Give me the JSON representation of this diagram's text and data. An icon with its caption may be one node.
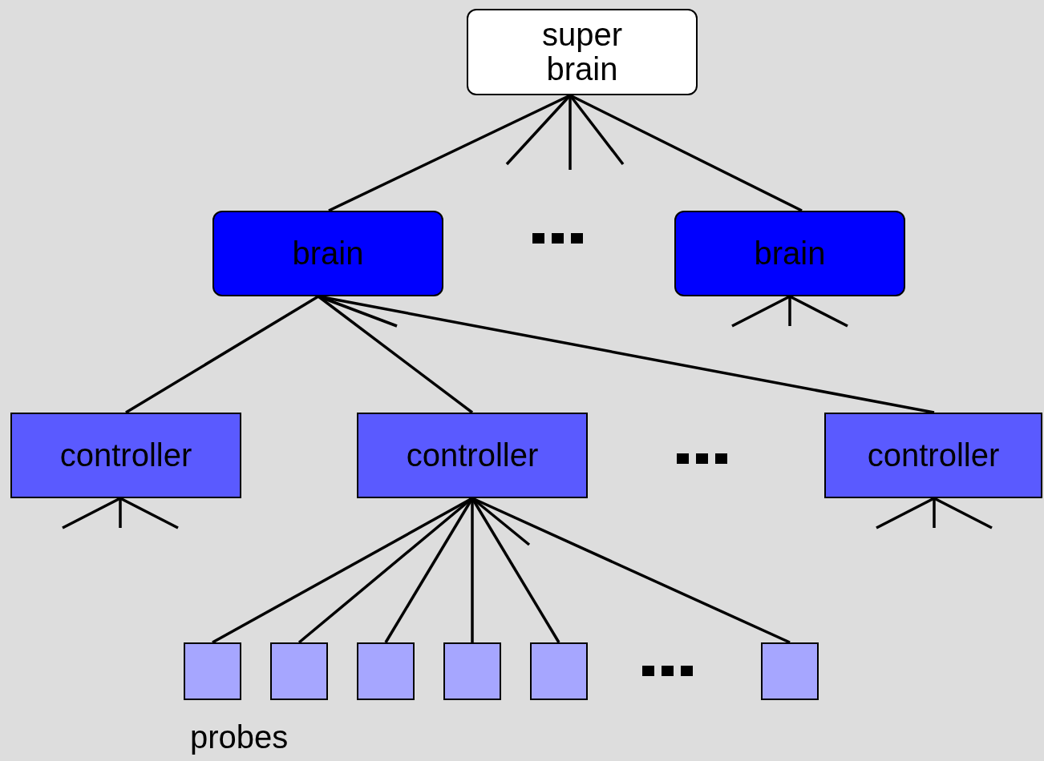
{
  "diagram": {
    "nodes": [
      {
        "text": [
          "super brain"
        ]
      },
      {
        "text": [
          "brain"
        ]
      },
      {
        "text": [
          "brain"
        ]
      },
      {
        "text": [
          "controller"
        ]
      },
      {
        "text": [
          "controller"
        ]
      },
      {
        "text": [
          "controller"
        ]
      },
      {
        "text": [],
        "shape": "box"
      },
      {
        "text": [],
        "shape": "box"
      },
      {
        "text": [],
        "shape": "box"
      },
      {
        "text": [],
        "shape": "box"
      },
      {
        "text": [],
        "shape": "box"
      },
      {
        "text": [],
        "shape": "box"
      }
    ],
    "edges": [
      {
        "from": 0,
        "to": 1,
        "arrow": "none"
      },
      {
        "from": 0,
        "to": 2,
        "arrow": "none"
      },
      {
        "from": 0,
        "to": null,
        "arrow": "none"
      },
      {
        "from": 0,
        "to": null,
        "arrow": "none"
      },
      {
        "from": 0,
        "to": null,
        "arrow": "none"
      },
      {
        "from": 1,
        "to": 3,
        "arrow": "none"
      },
      {
        "from": 1,
        "to": 4,
        "arrow": "none"
      },
      {
        "from": 1,
        "to": 5,
        "arrow": "none"
      },
      {
        "from": 1,
        "to": null,
        "arrow": "none"
      },
      {
        "from": 2,
        "to": null,
        "arrow": "none"
      },
      {
        "from": 2,
        "to": null,
        "arrow": "none"
      },
      {
        "from": 2,
        "to": null,
        "arrow": "none"
      },
      {
        "from": 3,
        "to": null,
        "arrow": "none"
      },
      {
        "from": 3,
        "to": null,
        "arrow": "none"
      },
      {
        "from": 3,
        "to": null,
        "arrow": "none"
      },
      {
        "from": 4,
        "to": 6,
        "arrow": "none"
      },
      {
        "from": 4,
        "to": 7,
        "arrow": "none"
      },
      {
        "from": 4,
        "to": 8,
        "arrow": "none"
      },
      {
        "from": 4,
        "to": 9,
        "arrow": "none"
      },
      {
        "from": 4,
        "to": 10,
        "arrow": "none"
      },
      {
        "from": 4,
        "to": 11,
        "arrow": "none"
      },
      {
        "from": 4,
        "to": null,
        "arrow": "none"
      },
      {
        "from": 5,
        "to": null,
        "arrow": "none"
      },
      {
        "from": 5,
        "to": null,
        "arrow": "none"
      },
      {
        "from": 5,
        "to": null,
        "arrow": "none"
      }
    ],
    "labels": [
      "probes"
    ]
  }
}
